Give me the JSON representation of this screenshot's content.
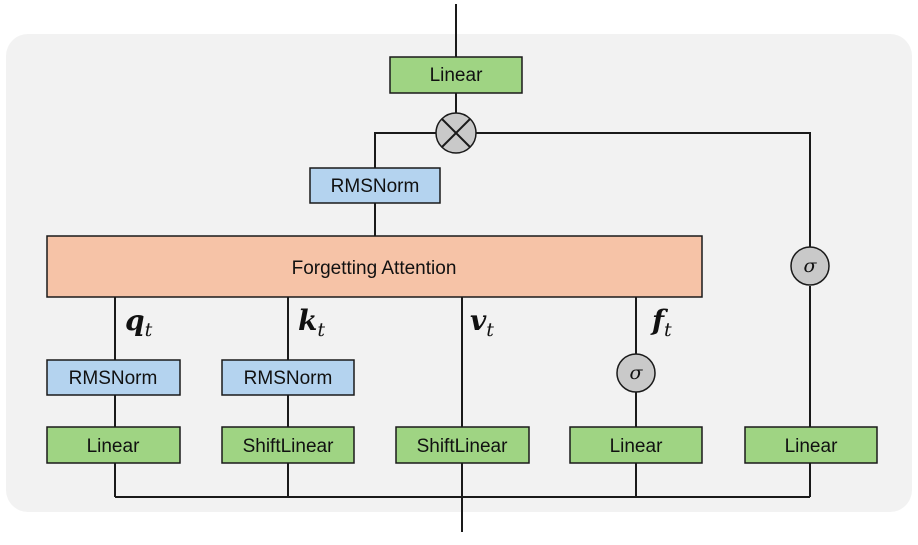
{
  "blocks": {
    "linear_top": "Linear",
    "rmsnorm_top": "RMSNorm",
    "attention": "Forgetting Attention",
    "rmsnorm_q": "RMSNorm",
    "rmsnorm_k": "RMSNorm",
    "linear_q": "Linear",
    "shiftlinear_k": "ShiftLinear",
    "shiftlinear_v": "ShiftLinear",
    "linear_f": "Linear",
    "linear_gate": "Linear"
  },
  "symbols": {
    "q": "q",
    "q_sub": "t",
    "k": "k",
    "k_sub": "t",
    "v": "v",
    "v_sub": "t",
    "f": "f",
    "f_sub": "t",
    "sigma": "σ"
  },
  "colors": {
    "linear": "#9fd483",
    "norm": "#b4d3ef",
    "attention": "#f6c3a7",
    "background": "#f2f2f2",
    "gate": "#c9c9c9"
  }
}
